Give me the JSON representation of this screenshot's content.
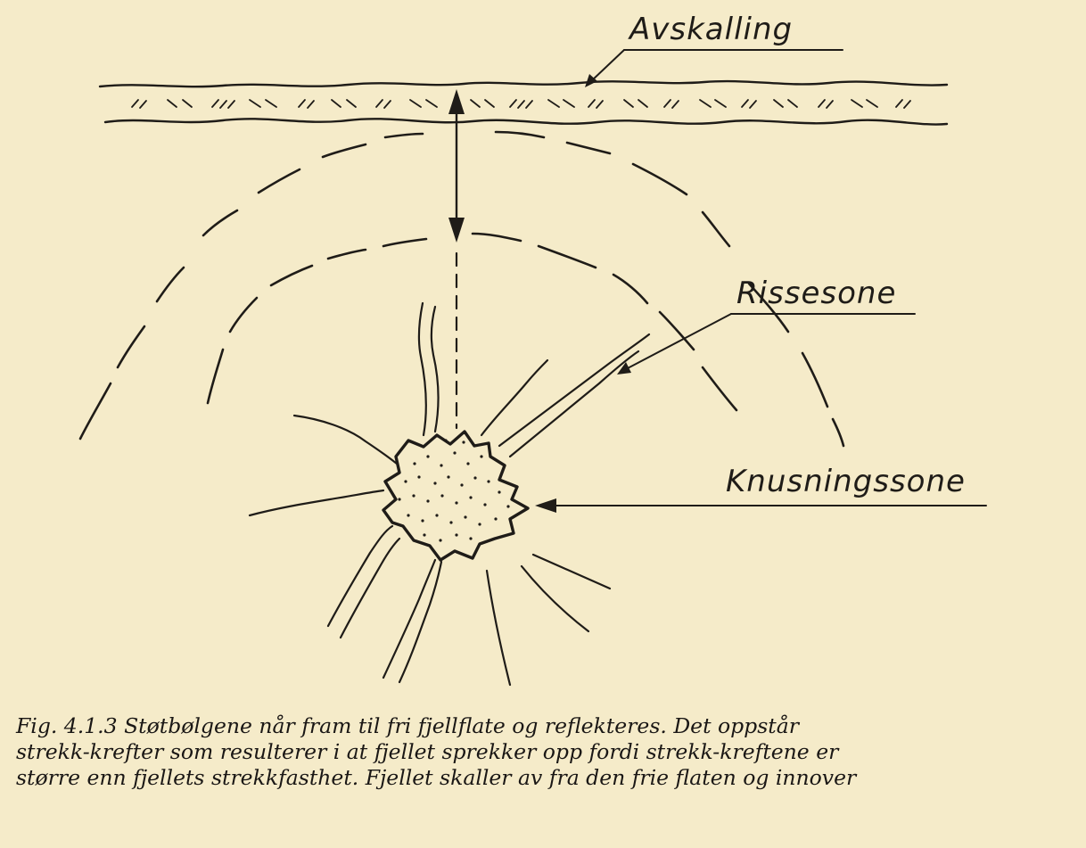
{
  "labels": {
    "avskalling": "Avskalling",
    "rissesone": "Rissesone",
    "knusningssone": "Knusningssone"
  },
  "caption": "Fig. 4.1.3 Støtbølgene når fram til fri fjellflate og reflekteres. Det oppstår\nstrekk-krefter som resulterer i at fjellet sprekker opp fordi strekk-kreftene er\nstørre enn fjellets strekkfasthet. Fjellet skaller av fra den frie flaten og innover",
  "colors": {
    "paper": "#f5ebc9",
    "ink": "#1f1c18"
  }
}
